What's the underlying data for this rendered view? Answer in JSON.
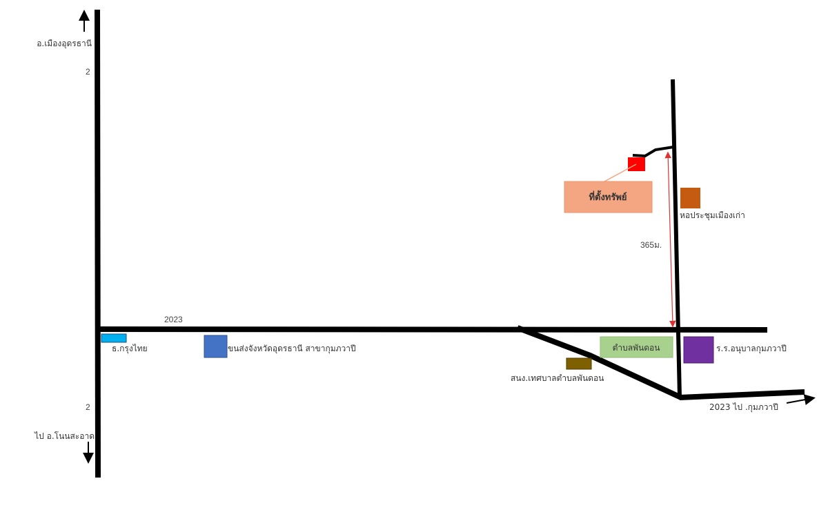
{
  "labels": {
    "north_destination": "อ.เมืองอุดรธานี",
    "north_route_number": "2",
    "south_route_number": "2",
    "south_destination": "ไป อ.โนนสะอาด",
    "main_road_number": "2023",
    "east_road": "2023 ไป .กุมภวาปี",
    "distance": "365ม."
  },
  "landmarks": {
    "property": "ที่ตั้งทรัพย์",
    "hall": "หอประชุมเมืองเก่า",
    "bank": "ธ.กรุงไทย",
    "transport_office": "ขนส่งจังหวัดอุดรธานี สาขากุมภวาปี",
    "subdistrict": "ตำบลพันดอน",
    "school": "ร.ร.อนุบาลกุมภวาปี",
    "municipality": "สนง.เทศบาลตำบลพันดอน"
  },
  "colors": {
    "road": "#000000",
    "property": "#ff0000",
    "property_callout": "#f4a582",
    "hall": "#c55a11",
    "bank": "#00b0f0",
    "transport_office": "#4472c4",
    "subdistrict": "#a9d18e",
    "school": "#7030a0",
    "municipality": "#7f6000",
    "distance_arrow": "#e03030"
  }
}
